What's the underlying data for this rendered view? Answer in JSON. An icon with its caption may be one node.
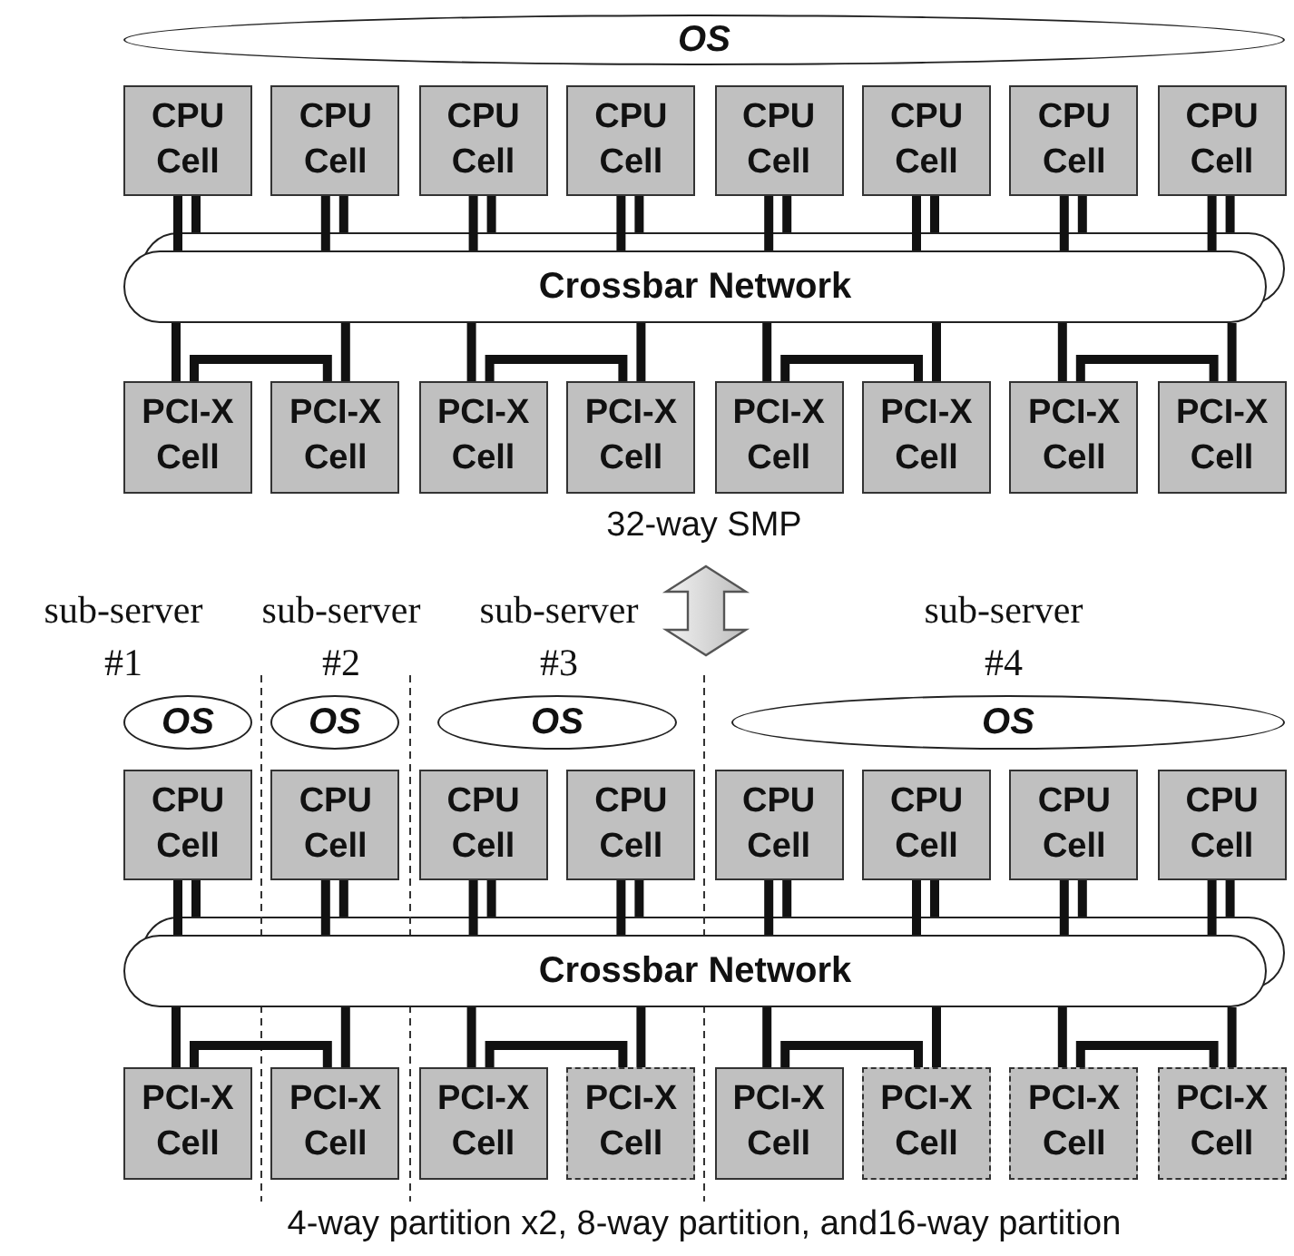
{
  "diagram": {
    "nodes": [
      {
        "text": [
          "OS"
        ]
      },
      {
        "text": [
          "CPU Cell"
        ]
      },
      {
        "text": [
          "CPU Cell"
        ]
      },
      {
        "text": [
          "CPU Cell"
        ]
      },
      {
        "text": [
          "CPU Cell"
        ]
      },
      {
        "text": [
          "CPU Cell"
        ]
      },
      {
        "text": [
          "CPU Cell"
        ]
      },
      {
        "text": [
          "CPU Cell"
        ]
      },
      {
        "text": [
          "CPU Cell"
        ]
      },
      {
        "text": [
          "Crossbar Network"
        ]
      },
      {
        "text": [
          "PCI-X Cell"
        ]
      },
      {
        "text": [
          "PCI-X Cell"
        ]
      },
      {
        "text": [
          "PCI-X Cell"
        ]
      },
      {
        "text": [
          "PCI-X Cell"
        ]
      },
      {
        "text": [
          "PCI-X Cell"
        ]
      },
      {
        "text": [
          "PCI-X Cell"
        ]
      },
      {
        "text": [
          "PCI-X Cell"
        ]
      },
      {
        "text": [
          "PCI-X Cell"
        ]
      },
      {
        "text": [
          "OS"
        ]
      },
      {
        "text": [
          "OS"
        ]
      },
      {
        "text": [
          "OS"
        ]
      },
      {
        "text": [
          "OS"
        ]
      },
      {
        "text": [
          "CPU Cell"
        ]
      },
      {
        "text": [
          "CPU Cell"
        ]
      },
      {
        "text": [
          "CPU Cell"
        ]
      },
      {
        "text": [
          "CPU Cell"
        ]
      },
      {
        "text": [
          "CPU Cell"
        ]
      },
      {
        "text": [
          "CPU Cell"
        ]
      },
      {
        "text": [
          "CPU Cell"
        ]
      },
      {
        "text": [
          "CPU Cell"
        ]
      },
      {
        "text": [
          "Crossbar Network"
        ]
      },
      {
        "text": [
          "PCI-X Cell"
        ]
      },
      {
        "text": [
          "PCI-X Cell"
        ]
      },
      {
        "text": [
          "PCI-X Cell"
        ]
      },
      {
        "text": [
          "PCI-X Cell"
        ]
      },
      {
        "text": [
          "PCI-X Cell"
        ]
      },
      {
        "text": [
          "PCI-X Cell"
        ]
      },
      {
        "text": [
          "PCI-X Cell"
        ]
      },
      {
        "text": [
          "PCI-X Cell"
        ]
      }
    ],
    "edges": [
      {
        "from": 1,
        "to": 9,
        "arrow": "none"
      },
      {
        "from": 2,
        "to": 9,
        "arrow": "none"
      },
      {
        "from": 3,
        "to": 9,
        "arrow": "none"
      },
      {
        "from": 4,
        "to": 9,
        "arrow": "none"
      },
      {
        "from": 5,
        "to": 9,
        "arrow": "none"
      },
      {
        "from": 6,
        "to": 9,
        "arrow": "none"
      },
      {
        "from": 7,
        "to": 9,
        "arrow": "none"
      },
      {
        "from": 8,
        "to": 9,
        "arrow": "none"
      },
      {
        "from": 10,
        "to": 9,
        "arrow": "none"
      },
      {
        "from": 11,
        "to": 9,
        "arrow": "none"
      },
      {
        "from": 12,
        "to": 9,
        "arrow": "none"
      },
      {
        "from": 13,
        "to": 9,
        "arrow": "none"
      },
      {
        "from": 14,
        "to": 9,
        "arrow": "none"
      },
      {
        "from": 15,
        "to": 9,
        "arrow": "none"
      },
      {
        "from": 16,
        "to": 9,
        "arrow": "none"
      },
      {
        "from": 17,
        "to": 9,
        "arrow": "none"
      },
      {
        "from": 10,
        "to": 11,
        "arrow": "none"
      },
      {
        "from": 12,
        "to": 13,
        "arrow": "none"
      },
      {
        "from": 14,
        "to": 15,
        "arrow": "none"
      },
      {
        "from": 16,
        "to": 17,
        "arrow": "none"
      },
      {
        "from": 22,
        "to": 30,
        "arrow": "none"
      },
      {
        "from": 23,
        "to": 30,
        "arrow": "none"
      },
      {
        "from": 24,
        "to": 30,
        "arrow": "none"
      },
      {
        "from": 25,
        "to": 30,
        "arrow": "none"
      },
      {
        "from": 26,
        "to": 30,
        "arrow": "none"
      },
      {
        "from": 27,
        "to": 30,
        "arrow": "none"
      },
      {
        "from": 28,
        "to": 30,
        "arrow": "none"
      },
      {
        "from": 29,
        "to": 30,
        "arrow": "none"
      },
      {
        "from": 31,
        "to": 30,
        "arrow": "none"
      },
      {
        "from": 32,
        "to": 30,
        "arrow": "none"
      },
      {
        "from": 33,
        "to": 30,
        "arrow": "none"
      },
      {
        "from": 34,
        "to": 30,
        "arrow": "none"
      },
      {
        "from": 35,
        "to": 30,
        "arrow": "none"
      },
      {
        "from": 36,
        "to": 30,
        "arrow": "none"
      },
      {
        "from": 37,
        "to": 30,
        "arrow": "none"
      },
      {
        "from": 38,
        "to": 30,
        "arrow": "none"
      },
      {
        "from": 31,
        "to": 32,
        "arrow": "none"
      },
      {
        "from": 33,
        "to": 34,
        "arrow": "none"
      },
      {
        "from": 35,
        "to": 36,
        "arrow": "none"
      },
      {
        "from": 37,
        "to": 38,
        "arrow": "none"
      }
    ],
    "labels": [
      "32-way SMP",
      "sub-server #1",
      "sub-server #2",
      "sub-server #3",
      "sub-server #4",
      "4-way partition x2, 8-way partition, and16-way partition"
    ]
  }
}
